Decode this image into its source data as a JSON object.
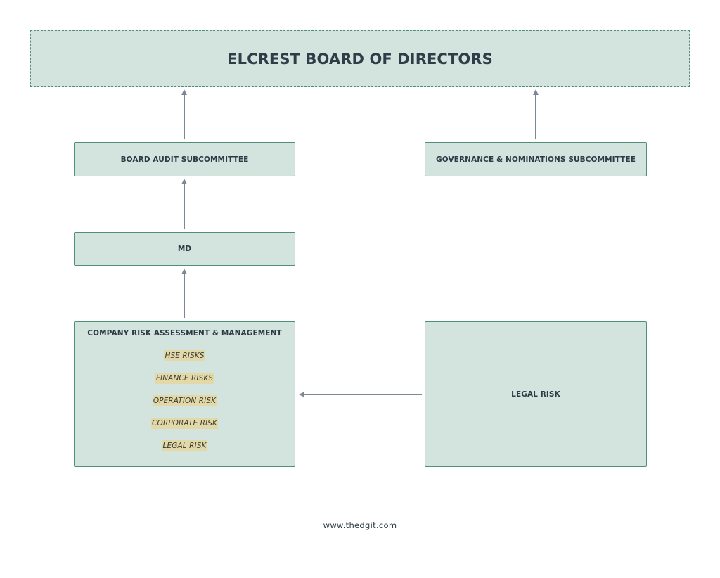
{
  "board": {
    "title": "ELCREST BOARD OF DIRECTORS"
  },
  "audit_subcommittee": {
    "label": "BOARD AUDIT SUBCOMMITTEE"
  },
  "governance_subcommittee": {
    "label": "GOVERNANCE & NOMINATIONS SUBCOMMITTEE"
  },
  "md": {
    "label": "MD"
  },
  "company_risk": {
    "heading": "COMPANY RISK ASSESSMENT & MANAGEMENT",
    "items": [
      "HSE RISKS",
      "FINANCE RISKS",
      "OPERATION RISK",
      "CORPORATE RISK",
      "LEGAL RISK"
    ]
  },
  "legal_risk": {
    "label": "LEGAL RISK"
  },
  "footer": {
    "text": "www.thedgit.com"
  },
  "colors": {
    "box_fill": "#d3e4df",
    "box_border": "#4f8f74",
    "arrow": "#7d8793",
    "highlight": "#e3d9a8"
  }
}
